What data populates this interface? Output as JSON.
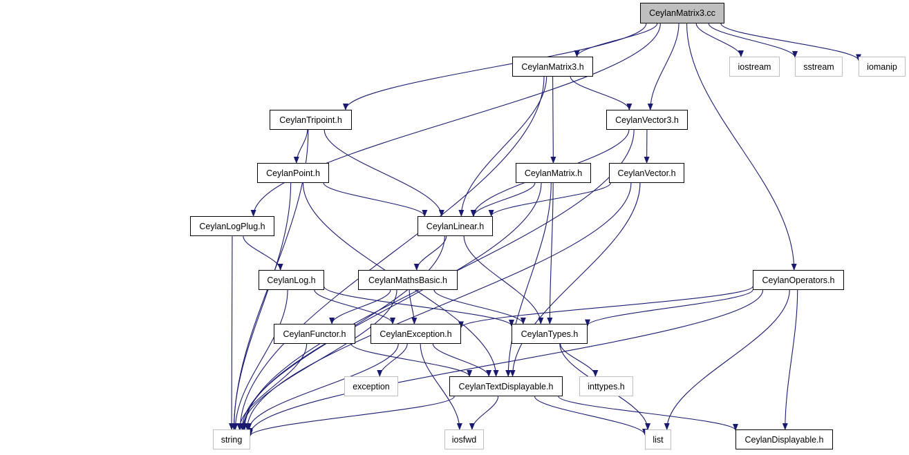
{
  "diagram": {
    "edge_color": "#191970",
    "root_fill": "#bfbfbf",
    "external_border": "#bfbfbf",
    "nodes": [
      {
        "id": "root",
        "label": "CeylanMatrix3.cc",
        "kind": "root"
      },
      {
        "id": "matrix3h",
        "label": "CeylanMatrix3.h",
        "kind": "local"
      },
      {
        "id": "iostream",
        "label": "iostream",
        "kind": "system"
      },
      {
        "id": "sstream",
        "label": "sstream",
        "kind": "system"
      },
      {
        "id": "iomanip",
        "label": "iomanip",
        "kind": "system"
      },
      {
        "id": "tripoint",
        "label": "CeylanTripoint.h",
        "kind": "local"
      },
      {
        "id": "vector3",
        "label": "CeylanVector3.h",
        "kind": "local"
      },
      {
        "id": "point",
        "label": "CeylanPoint.h",
        "kind": "local"
      },
      {
        "id": "matrix",
        "label": "CeylanMatrix.h",
        "kind": "local"
      },
      {
        "id": "vector",
        "label": "CeylanVector.h",
        "kind": "local"
      },
      {
        "id": "logplug",
        "label": "CeylanLogPlug.h",
        "kind": "local"
      },
      {
        "id": "linear",
        "label": "CeylanLinear.h",
        "kind": "local"
      },
      {
        "id": "log",
        "label": "CeylanLog.h",
        "kind": "local"
      },
      {
        "id": "mathsbasic",
        "label": "CeylanMathsBasic.h",
        "kind": "local"
      },
      {
        "id": "operators",
        "label": "CeylanOperators.h",
        "kind": "local"
      },
      {
        "id": "functor",
        "label": "CeylanFunctor.h",
        "kind": "local"
      },
      {
        "id": "exception_h",
        "label": "CeylanException.h",
        "kind": "local"
      },
      {
        "id": "types",
        "label": "CeylanTypes.h",
        "kind": "local"
      },
      {
        "id": "exception",
        "label": "exception",
        "kind": "system"
      },
      {
        "id": "textdisp",
        "label": "CeylanTextDisplayable.h",
        "kind": "local"
      },
      {
        "id": "inttypes",
        "label": "inttypes.h",
        "kind": "system"
      },
      {
        "id": "string",
        "label": "string",
        "kind": "system"
      },
      {
        "id": "iosfwd",
        "label": "iosfwd",
        "kind": "system"
      },
      {
        "id": "list",
        "label": "list",
        "kind": "system"
      },
      {
        "id": "displayable",
        "label": "CeylanDisplayable.h",
        "kind": "local"
      }
    ],
    "edges": [
      [
        "root",
        "matrix3h"
      ],
      [
        "root",
        "iostream"
      ],
      [
        "root",
        "sstream"
      ],
      [
        "root",
        "iomanip"
      ],
      [
        "root",
        "tripoint"
      ],
      [
        "root",
        "vector3"
      ],
      [
        "root",
        "logplug"
      ],
      [
        "root",
        "operators"
      ],
      [
        "matrix3h",
        "vector3"
      ],
      [
        "matrix3h",
        "matrix"
      ],
      [
        "matrix3h",
        "linear"
      ],
      [
        "matrix3h",
        "string"
      ],
      [
        "tripoint",
        "point"
      ],
      [
        "tripoint",
        "linear"
      ],
      [
        "tripoint",
        "string"
      ],
      [
        "vector3",
        "vector"
      ],
      [
        "vector3",
        "linear"
      ],
      [
        "vector3",
        "string"
      ],
      [
        "point",
        "linear"
      ],
      [
        "point",
        "textdisp"
      ],
      [
        "point",
        "string"
      ],
      [
        "matrix",
        "linear"
      ],
      [
        "matrix",
        "types"
      ],
      [
        "matrix",
        "textdisp"
      ],
      [
        "matrix",
        "string"
      ],
      [
        "vector",
        "linear"
      ],
      [
        "vector",
        "textdisp"
      ],
      [
        "vector",
        "string"
      ],
      [
        "logplug",
        "log"
      ],
      [
        "logplug",
        "string"
      ],
      [
        "linear",
        "mathsbasic"
      ],
      [
        "linear",
        "types"
      ],
      [
        "linear",
        "string"
      ],
      [
        "log",
        "exception_h"
      ],
      [
        "log",
        "types"
      ],
      [
        "log",
        "string"
      ],
      [
        "mathsbasic",
        "functor"
      ],
      [
        "mathsbasic",
        "exception_h"
      ],
      [
        "mathsbasic",
        "types"
      ],
      [
        "mathsbasic",
        "string"
      ],
      [
        "operators",
        "exception_h"
      ],
      [
        "operators",
        "types"
      ],
      [
        "operators",
        "string"
      ],
      [
        "operators",
        "list"
      ],
      [
        "operators",
        "displayable"
      ],
      [
        "functor",
        "textdisp"
      ],
      [
        "functor",
        "string"
      ],
      [
        "exception_h",
        "exception"
      ],
      [
        "exception_h",
        "textdisp"
      ],
      [
        "exception_h",
        "iosfwd"
      ],
      [
        "exception_h",
        "string"
      ],
      [
        "types",
        "inttypes"
      ],
      [
        "types",
        "list"
      ],
      [
        "textdisp",
        "displayable"
      ],
      [
        "textdisp",
        "iosfwd"
      ],
      [
        "textdisp",
        "list"
      ],
      [
        "textdisp",
        "string"
      ]
    ]
  }
}
